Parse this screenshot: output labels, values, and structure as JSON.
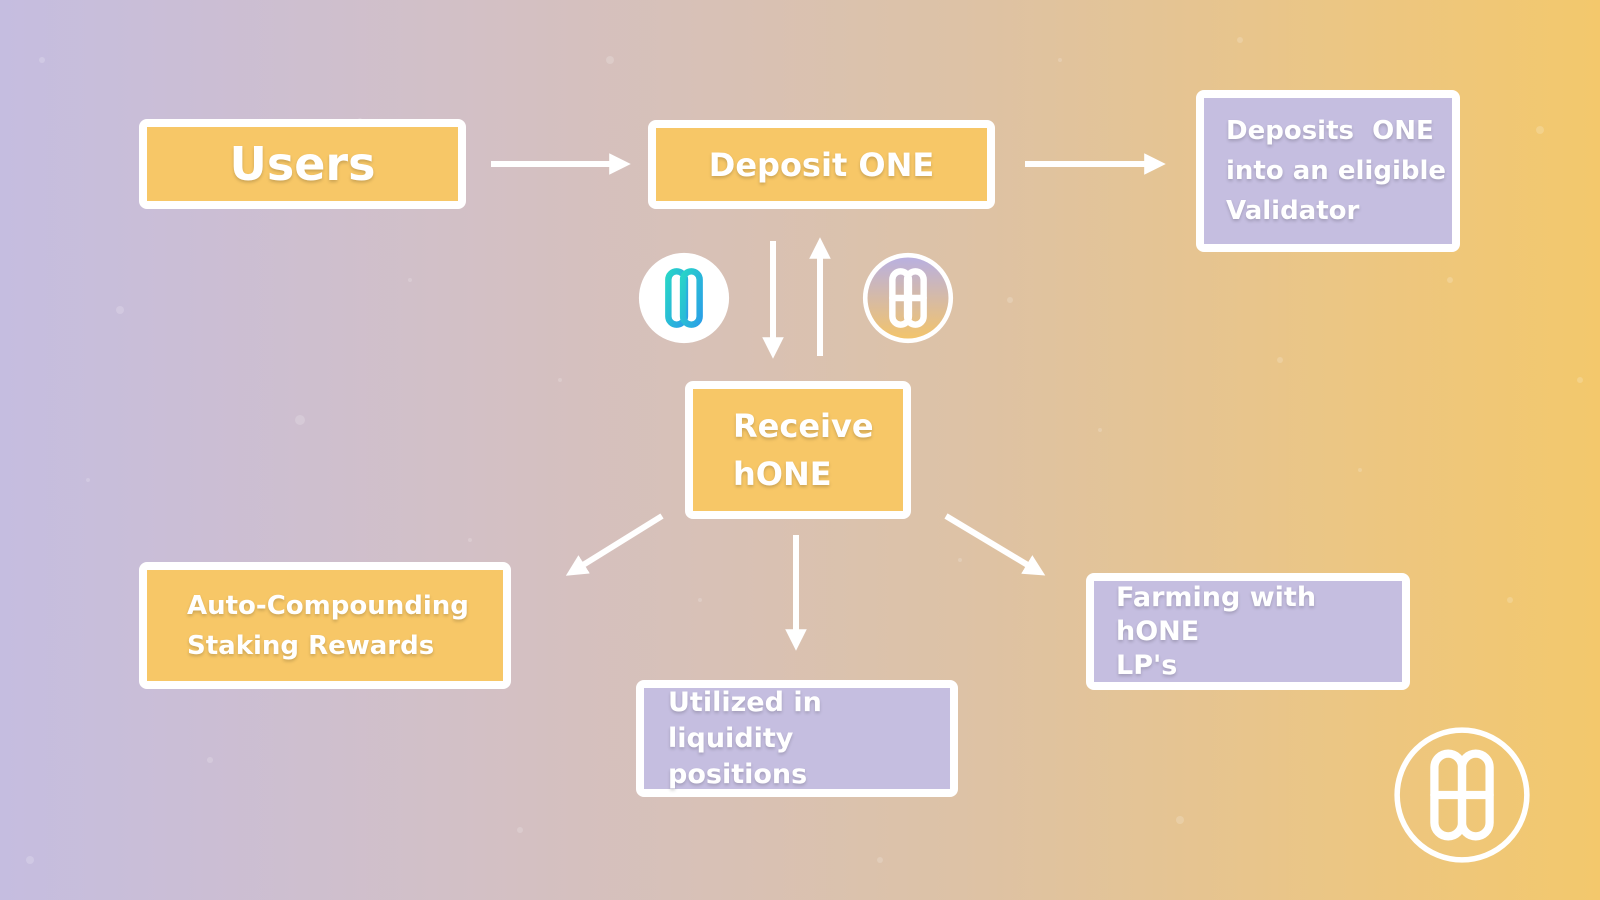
{
  "nodes": {
    "users": {
      "label": "Users"
    },
    "deposit": {
      "label": "Deposit ONE"
    },
    "validator": {
      "lines": [
        "Deposits  ONE",
        "into an eligible",
        "Validator"
      ]
    },
    "receive": {
      "lines": [
        "Receive",
        "hONE"
      ]
    },
    "auto_compounding": {
      "lines": [
        "Auto-Compounding",
        "Staking Rewards"
      ]
    },
    "liquidity": {
      "lines": [
        "Utilized in liquidity",
        "positions"
      ]
    },
    "farming": {
      "lines": [
        "Farming with hONE",
        "LP's"
      ]
    }
  },
  "icons": {
    "token_left": "harmony-one-teal-logo-icon",
    "token_right": "harmony-hone-purple-logo-icon",
    "corner": "harmony-logo-icon"
  },
  "colors": {
    "yellow_box": "#f7c767",
    "purple_box": "#c5bee0",
    "border": "#ffffff",
    "teal_gradient": [
      "#28d4c8",
      "#2aa0e6"
    ],
    "background_gradient": [
      "#c5bde0",
      "#f3c86c"
    ]
  }
}
